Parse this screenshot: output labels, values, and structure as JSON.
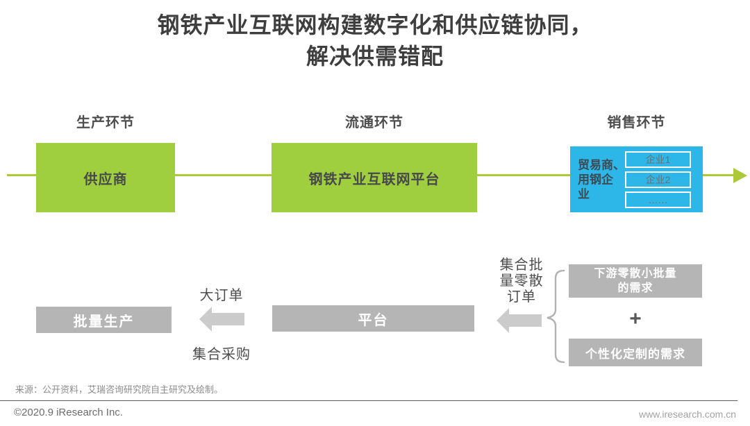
{
  "colors": {
    "green-box": "#9fce3e",
    "green-line": "#adc939",
    "blue-box": "#2cb7e8",
    "gray-box": "#b5b5b5",
    "arrow-gray": "#cbcbcb",
    "brace-gray": "#b3b3b3",
    "title-text": "#3e3e3e",
    "dark-label": "#4d4d4d",
    "box-text-dark": "#47494b",
    "plus-gray": "#58595b"
  },
  "title": {
    "line1": "钢铁产业互联网构建数字化和供应链协同，",
    "line2": "解决供需错配"
  },
  "stage_headers": {
    "production": "生产环节",
    "circulation": "流通环节",
    "sales": "销售环节"
  },
  "top_flow": {
    "supplier": "供应商",
    "platform": "钢铁产业互联网平台",
    "traders": {
      "label_lines": [
        "贸易商、",
        "用钢企",
        "业"
      ],
      "companies": [
        "企业1",
        "企业2",
        "……"
      ]
    }
  },
  "bottom_flow": {
    "mass_production": "批量生产",
    "platform": "平台",
    "arrow_top_label": "大订单",
    "arrow_bottom_label": "集合采购",
    "aggregated_order_lines": [
      "集合批",
      "量零散",
      "订单"
    ],
    "retail_demand_lines": [
      "下游零散小批量",
      "的需求"
    ],
    "plus": "+",
    "custom_demand": "个性化定制的需求"
  },
  "footer": {
    "source": "来源：公开资料，艾瑞咨询研究院自主研究及绘制。",
    "copyright": "©2020.9 iResearch Inc.",
    "website": "www.iresearch.com.cn"
  }
}
